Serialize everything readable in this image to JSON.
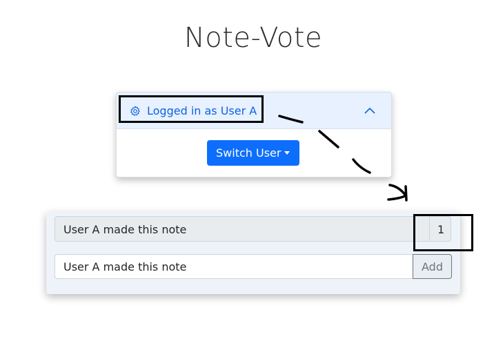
{
  "app": {
    "title": "Note-Vote"
  },
  "login": {
    "status_text": "Logged in as User A",
    "switch_label": "Switch User",
    "icons": {
      "status": "gear-icon",
      "toggle": "chevron-up-icon",
      "menu": "caret-down-icon"
    }
  },
  "notes": {
    "items": [
      {
        "text": "User A made this note",
        "votes": "1"
      }
    ],
    "input": {
      "value": "User A made this note"
    },
    "add_label": "Add"
  },
  "colors": {
    "accent": "#0d6efd",
    "header_bg": "#e7f1ff",
    "header_text": "#0c63e4",
    "card_bg": "#eef3f9"
  }
}
